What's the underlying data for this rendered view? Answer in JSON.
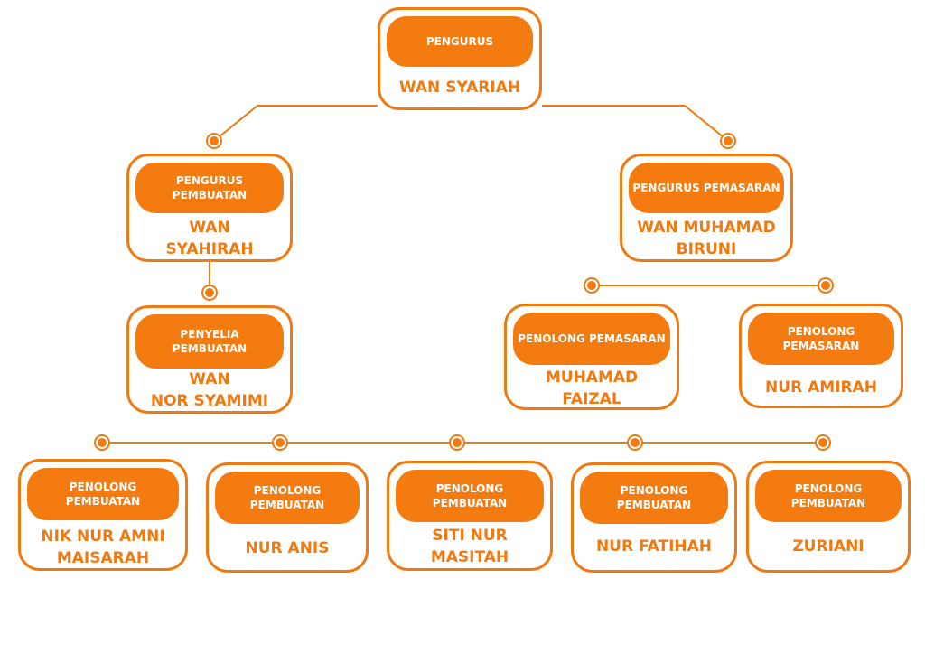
{
  "colors": {
    "accent": "#f47b0f",
    "line": "#f07a12",
    "background": "#ffffff"
  },
  "nodes": {
    "root": {
      "role": "PENGURUS",
      "name": "WAN SYARIAH"
    },
    "manufacturing_manager": {
      "role": "PENGURUS PEMBUATAN",
      "name": "WAN\nSYAHIRAH"
    },
    "marketing_manager": {
      "role": "PENGURUS PEMASARAN",
      "name": "WAN MUHAMAD\nBIRUNI"
    },
    "production_supervisor": {
      "role": "PENYELIA\nPEMBUATAN",
      "name": "WAN\nNOR SYAMIMI"
    },
    "marketing_assistant_1": {
      "role": "PENOLONG PEMASARAN",
      "name": "MUHAMAD\nFAIZAL"
    },
    "marketing_assistant_2": {
      "role": "PENOLONG PEMASARAN",
      "name": "NUR AMIRAH"
    },
    "production_assistants": [
      {
        "role": "PENOLONG\nPEMBUATAN",
        "name": "NIK NUR AMNI\nMAISARAH"
      },
      {
        "role": "PENOLONG\nPEMBUATAN",
        "name": "NUR ANIS"
      },
      {
        "role": "PENOLONG\nPEMBUATAN",
        "name": "SITI NUR\nMASITAH"
      },
      {
        "role": "PENOLONG\nPEMBUATAN",
        "name": "NUR FATIHAH"
      },
      {
        "role": "PENOLONG\nPEMBUATAN",
        "name": "ZURIANI"
      }
    ]
  }
}
